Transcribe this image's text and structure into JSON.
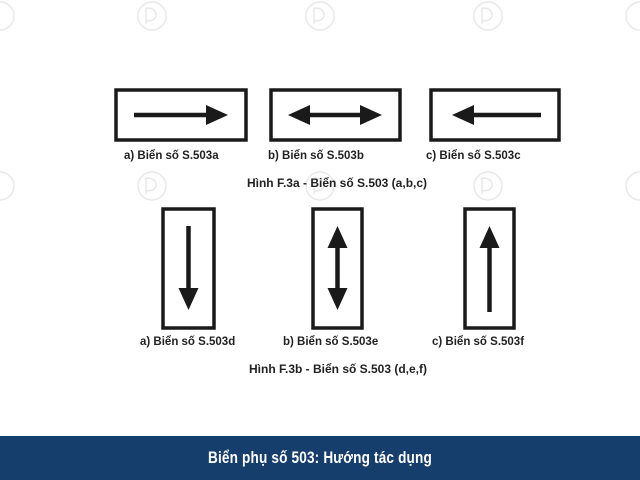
{
  "figure_a": {
    "caption": "Hình F.3a - Biển số S.503 (a,b,c)",
    "signs": [
      {
        "label": "a) Biển số S.503a",
        "arrow": "right-arrow-icon"
      },
      {
        "label": "b) Biển số S.503b",
        "arrow": "left-right-arrow-icon"
      },
      {
        "label": "c) Biển số S.503c",
        "arrow": "left-arrow-icon"
      }
    ]
  },
  "figure_b": {
    "caption": "Hình F.3b - Biển số S.503 (d,e,f)",
    "signs": [
      {
        "label": "a) Biển số S.503d",
        "arrow": "down-arrow-icon"
      },
      {
        "label": "b) Biển số S.503e",
        "arrow": "up-down-arrow-icon"
      },
      {
        "label": "c) Biển số S.503f",
        "arrow": "up-arrow-icon"
      }
    ]
  },
  "banner": {
    "title": "Biển phụ số 503: Hướng tác dụng"
  },
  "colors": {
    "banner_background": "#163e6c",
    "sign_ink": "#1a1a1a",
    "watermark": "#e6e6e6"
  }
}
